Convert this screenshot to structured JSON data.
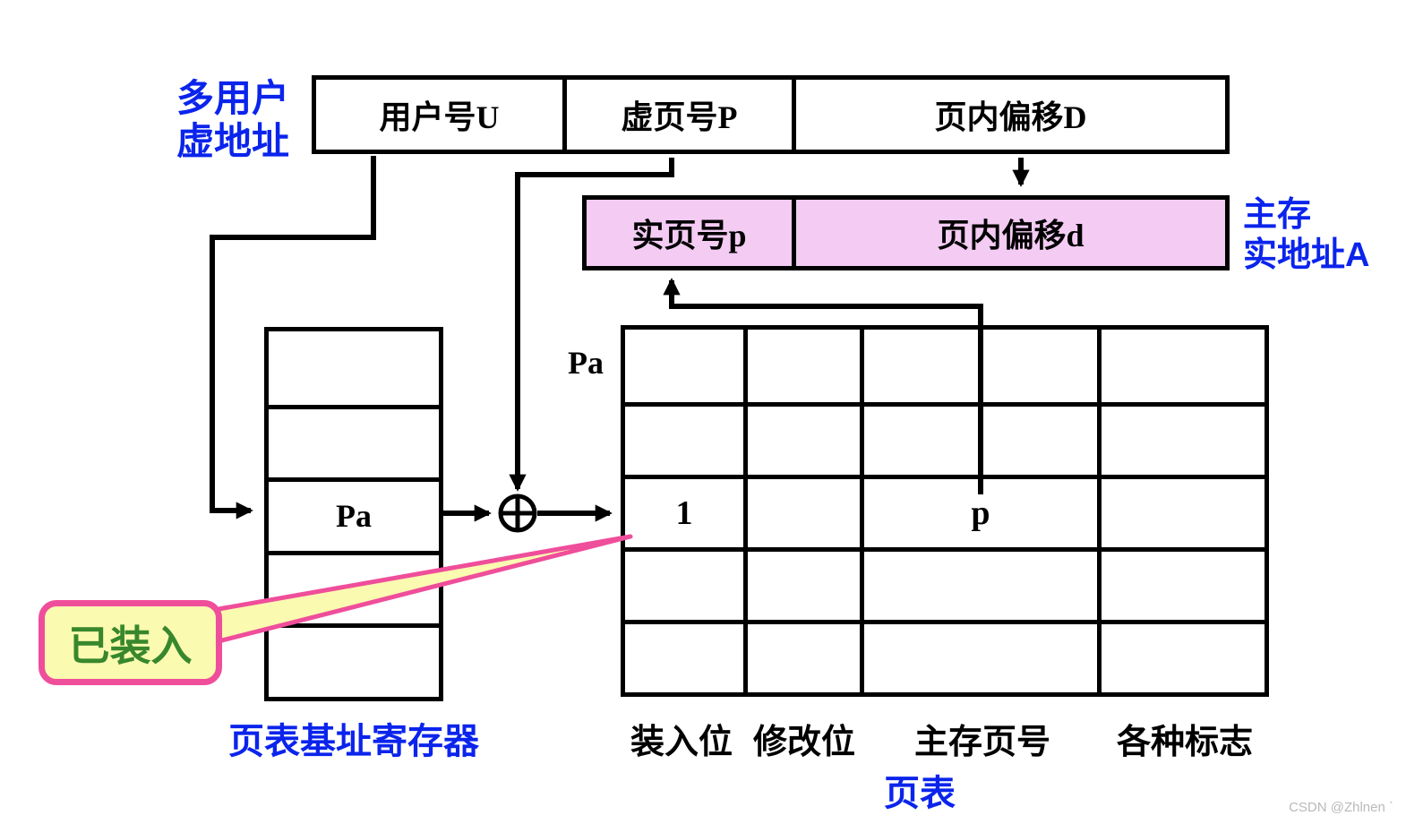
{
  "diagram": {
    "virtual_address": {
      "label_lines": [
        "多用户",
        "虚地址"
      ],
      "fields": [
        "用户号U",
        "虚页号P",
        "页内偏移D"
      ]
    },
    "real_address": {
      "label_lines": [
        "主存",
        "实地址A"
      ],
      "fields": [
        "实页号p",
        "页内偏移d"
      ]
    },
    "base_register_table": {
      "caption": "页表基址寄存器",
      "rows": [
        "",
        "",
        "Pa",
        "",
        ""
      ]
    },
    "page_table": {
      "caption": "页表",
      "pointer_label": "Pa",
      "column_labels": [
        "装入位",
        "修改位",
        "主存页号",
        "各种标志"
      ],
      "rows": [
        [
          "",
          "",
          "",
          ""
        ],
        [
          "",
          "",
          "",
          ""
        ],
        [
          "1",
          "",
          "p",
          ""
        ],
        [
          "",
          "",
          "",
          ""
        ],
        [
          "",
          "",
          "",
          ""
        ]
      ]
    },
    "callout": {
      "text": "已装入"
    },
    "icons": {
      "adder": "xor-circle ⊕"
    }
  },
  "colors": {
    "accent_blue": "#0b24ec",
    "real_address_fill": "#f3cbf3",
    "callout_fill": "#fafab0",
    "callout_border_pink": "#ef4e9b",
    "callout_text_green": "#38872c",
    "line_black": "#000000"
  },
  "watermark": "CSDN @Zhlnen ˋ"
}
